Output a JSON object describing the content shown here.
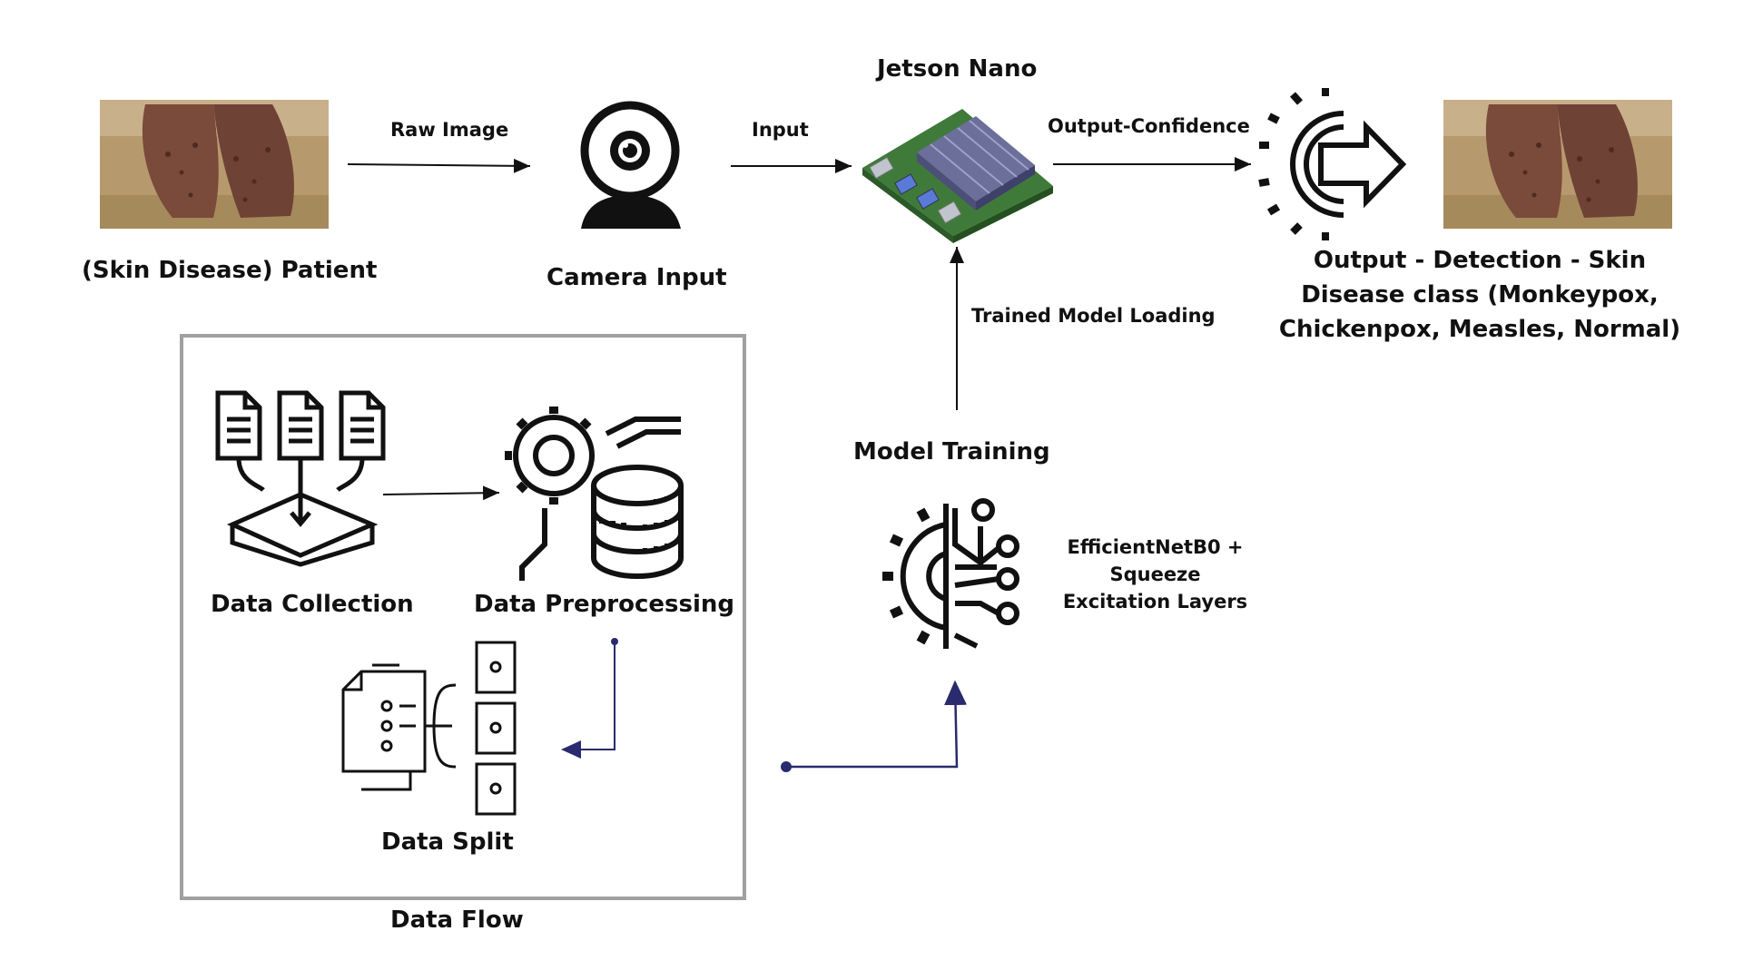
{
  "diagram": {
    "nodes": {
      "patient": "(Skin Disease) Patient",
      "camera": "Camera Input",
      "jetson": "Jetson Nano",
      "output": "Output - Detection - Skin Disease class (Monkeypox, Chickenpox, Measles, Normal)",
      "model_training": "Model Training",
      "model_desc": "EfficientNetB0 + Squeeze Excitation Layers",
      "data_collection": "Data Collection",
      "data_preprocessing": "Data Preprocessing",
      "data_split": "Data Split",
      "data_flow": "Data Flow"
    },
    "edges": {
      "raw_image": "Raw Image",
      "input": "Input",
      "output_confidence": "Output-Confidence",
      "trained_model_loading": "Trained Model Loading"
    },
    "icons": {
      "patient_photo": "skin-lesion-photo",
      "camera": "webcam-icon",
      "jetson": "jetson-board-icon",
      "output": "gear-arrow-icon",
      "output_photo": "skin-lesion-photo",
      "data_collection": "documents-to-tray-icon",
      "data_preprocessing": "gear-database-icon",
      "data_split": "document-split-icon",
      "model_training": "gear-circuit-icon"
    },
    "colors": {
      "arrow": "#111111",
      "flow_arrow": "#2a2a6e",
      "box_border": "#a0a0a0",
      "skin": "#7a4a3a",
      "background_photo": "#b69a6e"
    }
  }
}
